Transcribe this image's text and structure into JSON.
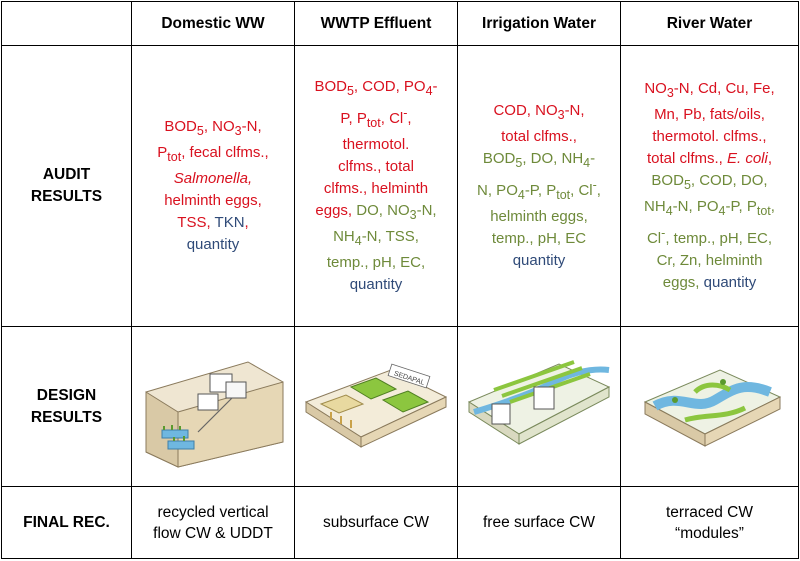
{
  "headers": [
    "",
    "Domestic WW",
    "WWTP Effluent",
    "Irrigation Water",
    "River Water"
  ],
  "rows": {
    "audit": {
      "label_lines": [
        "AUDIT",
        "RESULTS"
      ],
      "cells": [
        [
          {
            "t": "BOD",
            "c": "r"
          },
          {
            "sub": "5",
            "c": "r"
          },
          {
            "t": ", NO",
            "c": "r"
          },
          {
            "sub": "3",
            "c": "r"
          },
          {
            "t": "-N,",
            "c": "r"
          },
          {
            "br": true
          },
          {
            "t": "P",
            "c": "r"
          },
          {
            "sub": "tot",
            "c": "r"
          },
          {
            "t": ", fecal clfms.,",
            "c": "r"
          },
          {
            "br": true
          },
          {
            "t": "Salmonella,",
            "c": "r",
            "i": true
          },
          {
            "br": true
          },
          {
            "t": "helminth eggs,",
            "c": "r"
          },
          {
            "br": true
          },
          {
            "t": "TSS, ",
            "c": "r"
          },
          {
            "t": "TKN",
            "c": "b"
          },
          {
            "t": ",",
            "c": "r"
          },
          {
            "br": true
          },
          {
            "t": "quantity",
            "c": "b"
          }
        ],
        [
          {
            "t": "BOD",
            "c": "r"
          },
          {
            "sub": "5",
            "c": "r"
          },
          {
            "t": ", COD, PO",
            "c": "r"
          },
          {
            "sub": "4",
            "c": "r"
          },
          {
            "t": "-",
            "c": "r"
          },
          {
            "br": true
          },
          {
            "t": "P, P",
            "c": "r"
          },
          {
            "sub": "tot",
            "c": "r"
          },
          {
            "t": ", Cl",
            "c": "r"
          },
          {
            "sup": "-",
            "c": "r"
          },
          {
            "t": ",",
            "c": "r"
          },
          {
            "br": true
          },
          {
            "t": "thermotol.",
            "c": "r"
          },
          {
            "br": true
          },
          {
            "t": "clfms., total",
            "c": "r"
          },
          {
            "br": true
          },
          {
            "t": "clfms., helminth",
            "c": "r"
          },
          {
            "br": true
          },
          {
            "t": "eggs, ",
            "c": "r"
          },
          {
            "t": "DO, NO",
            "c": "g"
          },
          {
            "sub": "3",
            "c": "g"
          },
          {
            "t": "-N,",
            "c": "g"
          },
          {
            "br": true
          },
          {
            "t": "NH",
            "c": "g"
          },
          {
            "sub": "4",
            "c": "g"
          },
          {
            "t": "-N, TSS,",
            "c": "g"
          },
          {
            "br": true
          },
          {
            "t": "temp., pH, EC,",
            "c": "g"
          },
          {
            "br": true
          },
          {
            "t": "quantity",
            "c": "b"
          }
        ],
        [
          {
            "t": "COD, NO",
            "c": "r"
          },
          {
            "sub": "3",
            "c": "r"
          },
          {
            "t": "-N,",
            "c": "r"
          },
          {
            "br": true
          },
          {
            "t": "total clfms.,",
            "c": "r"
          },
          {
            "br": true
          },
          {
            "t": "BOD",
            "c": "g"
          },
          {
            "sub": "5",
            "c": "g"
          },
          {
            "t": ", DO, NH",
            "c": "g"
          },
          {
            "sub": "4",
            "c": "g"
          },
          {
            "t": "-",
            "c": "g"
          },
          {
            "br": true
          },
          {
            "t": "N, PO",
            "c": "g"
          },
          {
            "sub": "4",
            "c": "g"
          },
          {
            "t": "-P, P",
            "c": "g"
          },
          {
            "sub": "tot",
            "c": "g"
          },
          {
            "t": ", Cl",
            "c": "g"
          },
          {
            "sup": "-",
            "c": "g"
          },
          {
            "t": ",",
            "c": "g"
          },
          {
            "br": true
          },
          {
            "t": "helminth eggs,",
            "c": "g"
          },
          {
            "br": true
          },
          {
            "t": "temp., pH, EC",
            "c": "g"
          },
          {
            "br": true
          },
          {
            "t": "quantity",
            "c": "b"
          }
        ],
        [
          {
            "t": "NO",
            "c": "r"
          },
          {
            "sub": "3",
            "c": "r"
          },
          {
            "t": "-N, Cd, Cu, Fe,",
            "c": "r"
          },
          {
            "br": true
          },
          {
            "t": "Mn, Pb, fats/oils,",
            "c": "r"
          },
          {
            "br": true
          },
          {
            "t": "thermotol. clfms.,",
            "c": "r"
          },
          {
            "br": true
          },
          {
            "t": "total clfms., ",
            "c": "r"
          },
          {
            "t": "E. coli",
            "c": "r",
            "i": true
          },
          {
            "t": ",",
            "c": "r"
          },
          {
            "br": true
          },
          {
            "t": "BOD",
            "c": "g"
          },
          {
            "sub": "5",
            "c": "g"
          },
          {
            "t": ", COD, DO,",
            "c": "g"
          },
          {
            "br": true
          },
          {
            "t": "NH",
            "c": "g"
          },
          {
            "sub": "4",
            "c": "g"
          },
          {
            "t": "-N, PO",
            "c": "g"
          },
          {
            "sub": "4",
            "c": "g"
          },
          {
            "t": "-P, P",
            "c": "g"
          },
          {
            "sub": "tot",
            "c": "g"
          },
          {
            "t": ",",
            "c": "g"
          },
          {
            "br": true
          },
          {
            "t": "Cl",
            "c": "g"
          },
          {
            "sup": "-",
            "c": "g"
          },
          {
            "t": ", temp., pH, EC,",
            "c": "g"
          },
          {
            "br": true
          },
          {
            "t": "Cr, Zn, helminth",
            "c": "g"
          },
          {
            "br": true
          },
          {
            "t": "eggs, ",
            "c": "g"
          },
          {
            "t": "quantity",
            "c": "b"
          }
        ]
      ]
    },
    "design": {
      "label_lines": [
        "DESIGN",
        "RESULTS"
      ],
      "illustrations": [
        "hillside-wetland-illustration",
        "subsurface-wetland-illustration",
        "free-surface-wetland-illustration",
        "river-module-illustration"
      ],
      "sign_text": "SEDAPAL"
    },
    "final": {
      "label": "FINAL REC.",
      "cells": [
        [
          "recycled vertical",
          "flow CW & UDDT"
        ],
        [
          "subsurface CW"
        ],
        [
          "free surface CW"
        ],
        [
          "terraced CW",
          "“modules”"
        ]
      ]
    }
  },
  "colors": {
    "red": "#d9111f",
    "green": "#6e8a3a",
    "blue": "#2f4a78",
    "water": "#6fb7e0",
    "plant": "#8cc63f"
  }
}
